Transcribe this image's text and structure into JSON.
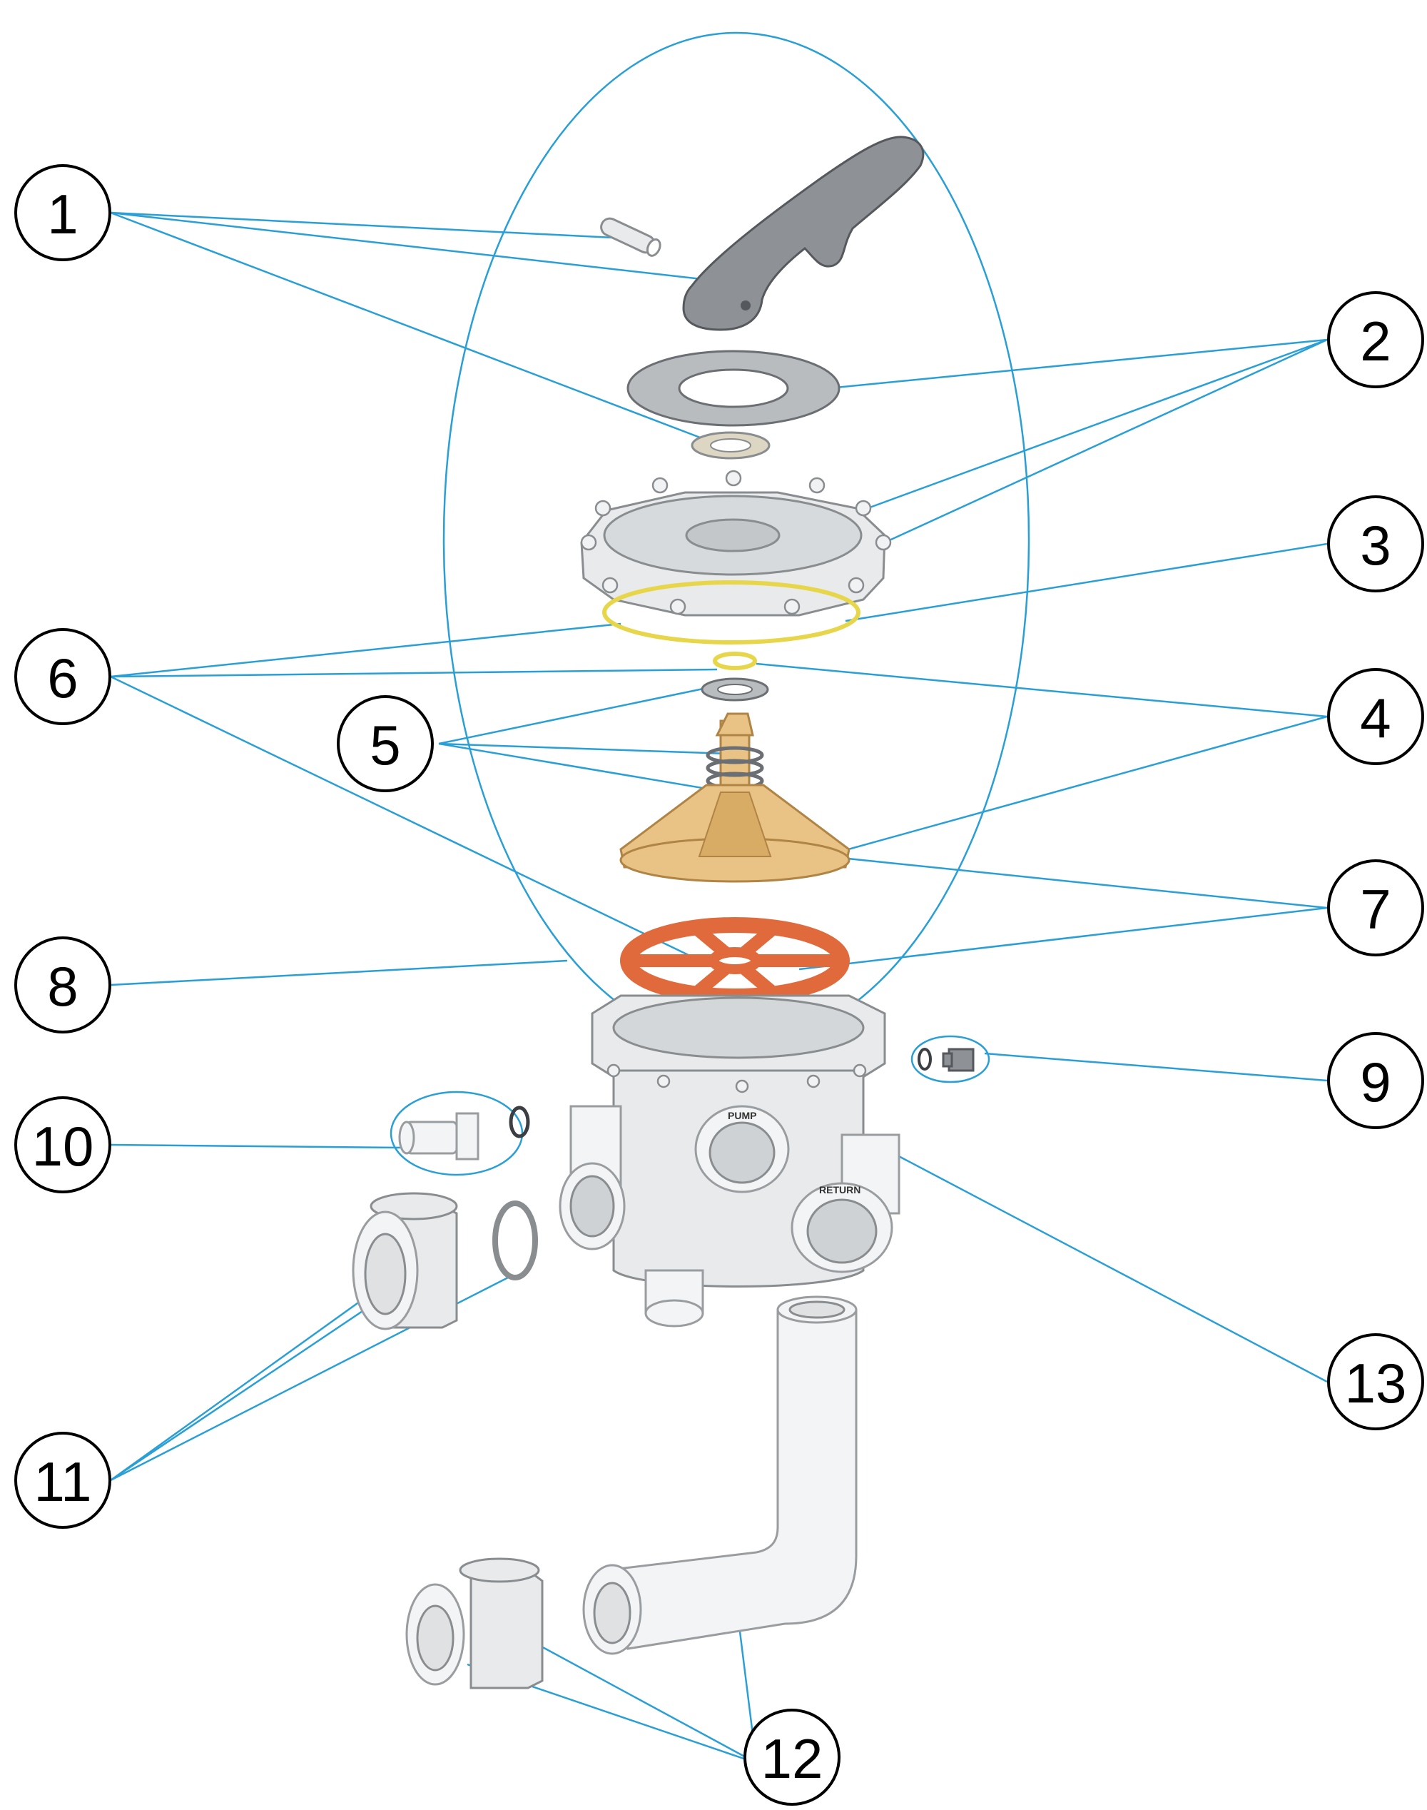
{
  "callouts": [
    {
      "id": "1",
      "label": "1"
    },
    {
      "id": "2",
      "label": "2"
    },
    {
      "id": "3",
      "label": "3"
    },
    {
      "id": "4",
      "label": "4"
    },
    {
      "id": "5",
      "label": "5"
    },
    {
      "id": "6",
      "label": "6"
    },
    {
      "id": "7",
      "label": "7"
    },
    {
      "id": "8",
      "label": "8"
    },
    {
      "id": "9",
      "label": "9"
    },
    {
      "id": "10",
      "label": "10"
    },
    {
      "id": "11",
      "label": "11"
    },
    {
      "id": "12",
      "label": "12"
    },
    {
      "id": "13",
      "label": "13"
    }
  ],
  "port_labels": {
    "pump": "PUMP",
    "return": "RETURN"
  },
  "colors": {
    "leader": "#2a9fd6",
    "handle": "#8e9195",
    "rotor": "#e9c386",
    "star_gasket": "#e06a3b",
    "o_ring": "#e8d64a",
    "body": "#e8eaec"
  }
}
